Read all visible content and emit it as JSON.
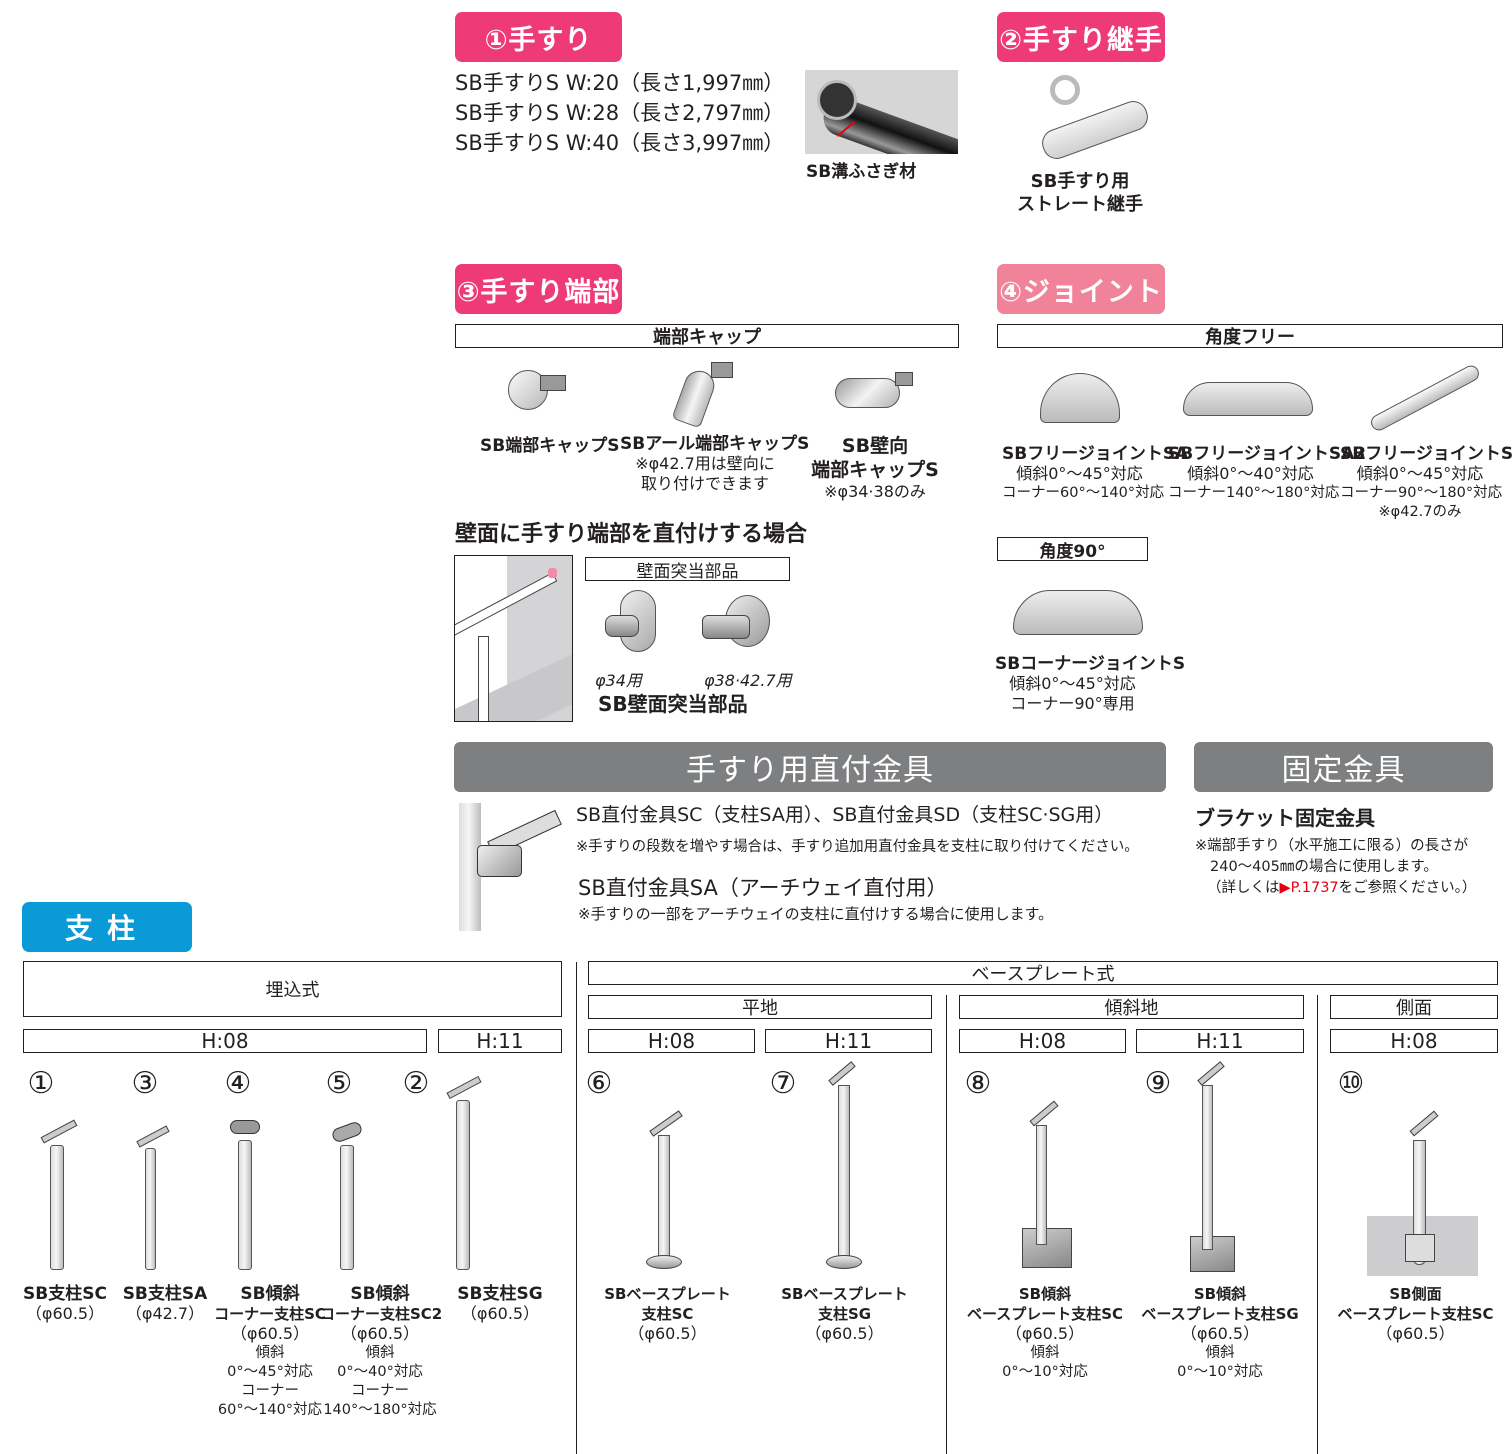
{
  "handrail": {
    "tag": "①手すり",
    "items": [
      "SB手すりS W:20（長さ1,997㎜）",
      "SB手すりS W:28（長さ2,797㎜）",
      "SB手すりS W:40（長さ3,997㎜）"
    ],
    "groove_cover": "SB溝ふさぎ材"
  },
  "joint_straight": {
    "tag": "②手すり継手",
    "label_line1": "SB手すり用",
    "label_line2": "ストレート継手"
  },
  "end_parts": {
    "tag": "③手すり端部",
    "header": "端部キャップ",
    "items": [
      {
        "name": "SB端部キャップS",
        "notes": []
      },
      {
        "name": "SBアール端部キャップS",
        "notes": [
          "※φ42.7用は壁向に",
          "取り付けできます"
        ]
      },
      {
        "name_line1": "SB壁向",
        "name_line2": "端部キャップS",
        "notes": [
          "※φ34·38のみ"
        ]
      }
    ],
    "wall_heading": "壁面に手すり端部を直付けする場合",
    "wall_box_header": "壁面突当部品",
    "wall_sizes": [
      "φ34用",
      "φ38·42.7用"
    ],
    "wall_name": "SB壁面突当部品"
  },
  "joints": {
    "tag": "④ジョイント",
    "free_header": "角度フリー",
    "free_items": [
      {
        "name": "SBフリージョイントSA",
        "lines": [
          "傾斜0°～45°対応",
          "コーナー60°～140°対応"
        ]
      },
      {
        "name": "SBフリージョイントSA2",
        "lines": [
          "傾斜0°～40°対応",
          "コーナー140°～180°対応"
        ]
      },
      {
        "name": "SBフリージョイントSB",
        "lines": [
          "傾斜0°～45°対応",
          "コーナー90°～180°対応",
          "※φ42.7のみ"
        ]
      }
    ],
    "angle90_header": "角度90°",
    "corner": {
      "name": "SBコーナージョイントS",
      "lines": [
        "傾斜0°～45°対応",
        "コーナー90°専用"
      ]
    }
  },
  "direct_fitting": {
    "bar": "手すり用直付金具",
    "title1": "SB直付金具SC（支柱SA用）、SB直付金具SD（支柱SC·SG用）",
    "note1": "※手すりの段数を増やす場合は、手すり追加用直付金具を支柱に取り付けてください。",
    "title2": "SB直付金具SA（アーチウェイ直付用）",
    "note2": "※手すりの一部をアーチウェイの支柱に直付けする場合に使用します。"
  },
  "fixing": {
    "bar": "固定金具",
    "title": "ブラケット固定金具",
    "note_line1": "※端部手すり（水平施工に限る）の長さが",
    "note_line2": "240～405㎜の場合に使用します。",
    "note_line3_pre": "（詳しくは",
    "note_link": "▶P.1737",
    "note_line3_post": "をご参照ください。）",
    "link_color": "#e60012"
  },
  "posts": {
    "tag": "支柱",
    "embedded": {
      "header": "埋込式",
      "h08": "H:08",
      "h11": "H:11",
      "items": [
        {
          "num": "①",
          "name": "SB支柱SC",
          "lines": [
            "（φ60.5）"
          ]
        },
        {
          "num": "③",
          "name": "SB支柱SA",
          "lines": [
            "（φ42.7）"
          ]
        },
        {
          "num": "④",
          "name": "SB傾斜",
          "name2": "コーナー支柱SC",
          "lines": [
            "（φ60.5）",
            "傾斜",
            "0°～45°対応",
            "コーナー",
            "60°～140°対応"
          ]
        },
        {
          "num": "⑤",
          "name": "SB傾斜",
          "name2": "コーナー支柱SC2",
          "lines": [
            "（φ60.5）",
            "傾斜",
            "0°～40°対応",
            "コーナー",
            "140°～180°対応"
          ]
        },
        {
          "num": "②",
          "name": "SB支柱SG",
          "lines": [
            "（φ60.5）"
          ]
        }
      ]
    },
    "baseplate": {
      "header": "ベースプレート式",
      "flat": {
        "header": "平地",
        "h08": "H:08",
        "h11": "H:11"
      },
      "slope": {
        "header": "傾斜地",
        "h08": "H:08",
        "h11": "H:11"
      },
      "side": {
        "header": "側面",
        "h08": "H:08"
      },
      "items": [
        {
          "num": "⑥",
          "name": "SBベースプレート",
          "name2": "支柱SC",
          "lines": [
            "（φ60.5）"
          ]
        },
        {
          "num": "⑦",
          "name": "SBベースプレート",
          "name2": "支柱SG",
          "lines": [
            "（φ60.5）"
          ]
        },
        {
          "num": "⑧",
          "name": "SB傾斜",
          "name2": "ベースプレート支柱SC",
          "lines": [
            "（φ60.5）",
            "傾斜",
            "0°～10°対応"
          ]
        },
        {
          "num": "⑨",
          "name": "SB傾斜",
          "name2": "ベースプレート支柱SG",
          "lines": [
            "（φ60.5）",
            "傾斜",
            "0°～10°対応"
          ]
        },
        {
          "num": "⑩",
          "name": "SB側面",
          "name2": "ベースプレート支柱SC",
          "lines": [
            "（φ60.5）"
          ]
        }
      ]
    }
  },
  "colors": {
    "pink": "#ee3b77",
    "light_pink": "#f08399",
    "blue": "#0a9ad8",
    "gray_bar": "#7e7f81"
  }
}
